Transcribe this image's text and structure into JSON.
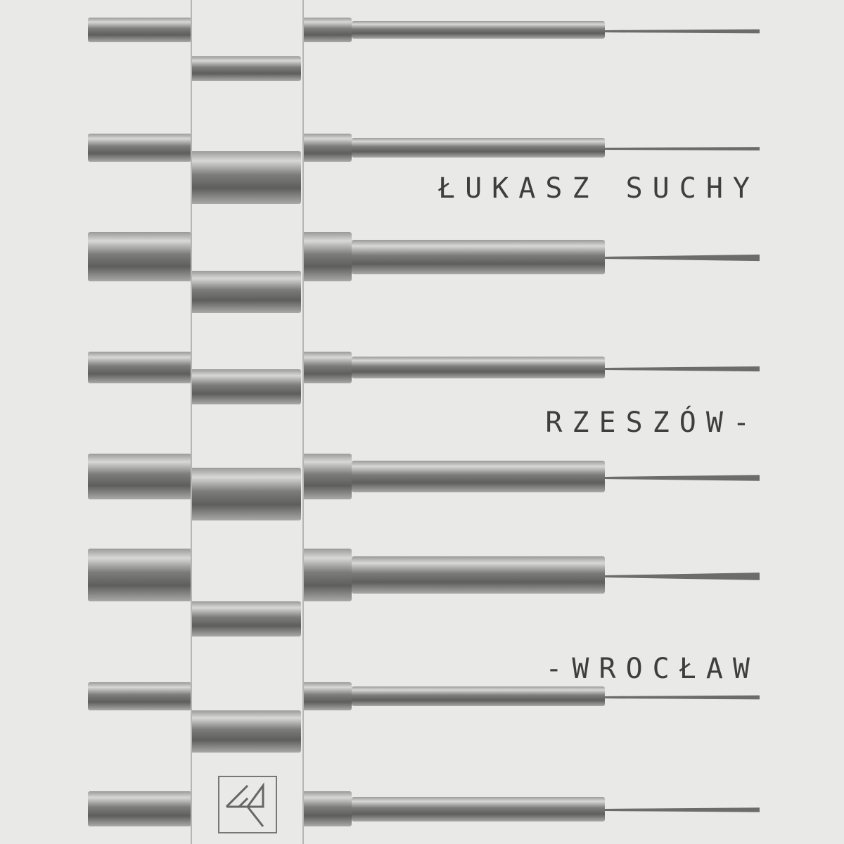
{
  "cover": {
    "artist": "ŁUKASZ SUCHY",
    "title_line1": "RZESZÓW-",
    "title_line2": "-WROCŁAW",
    "logo_label": "label logo"
  }
}
